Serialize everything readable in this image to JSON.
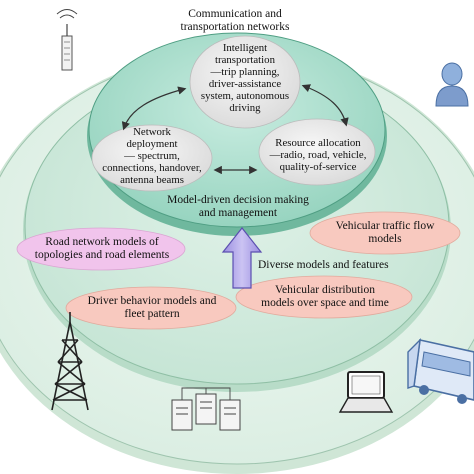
{
  "outer_layer": {
    "label": "Communication and\ntransportation networks"
  },
  "top_layer": {
    "label": "Model-driven decision making\nand management",
    "bubbles": [
      {
        "id": "intelligent-transportation",
        "text": "Intelligent\ntransportation\n—trip planning,\ndriver-assistance\nsystem, autonomous\ndriving"
      },
      {
        "id": "network-deployment",
        "text": "Network\ndeployment\n— spectrum,\nconnections, handover,\nantenna beams"
      },
      {
        "id": "resource-allocation",
        "text": "Resource allocation\n—radio, road, vehicle,\nquality-of-service"
      }
    ]
  },
  "middle_layer": {
    "arrow_label": "Diverse models and features",
    "models": [
      {
        "id": "road-network-models",
        "text": "Road network models of\ntopologies and road elements",
        "color": "#f1c4ec"
      },
      {
        "id": "vehicular-traffic-flow-models",
        "text": "Vehicular traffic flow\nmodels",
        "color": "#f8c9bf"
      },
      {
        "id": "driver-behavior-models",
        "text": "Driver behavior models and\nfleet pattern",
        "color": "#f8c9bf"
      },
      {
        "id": "vehicular-distribution-models",
        "text": "Vehicular distribution\nmodels over space and time",
        "color": "#f8c9bf"
      }
    ]
  },
  "icons": [
    "antenna-icon",
    "user-icon",
    "transmission-tower-icon",
    "server-icon",
    "laptop-icon",
    "bus-icon"
  ],
  "colors": {
    "outer_disc": "#e3f2e8",
    "middle_disc": "#cde9da",
    "inner_disc": "#a6dcc9",
    "bubble": "#ececec",
    "arrow": "#b0a6e6",
    "icon_blue": "#7d9ccc"
  }
}
